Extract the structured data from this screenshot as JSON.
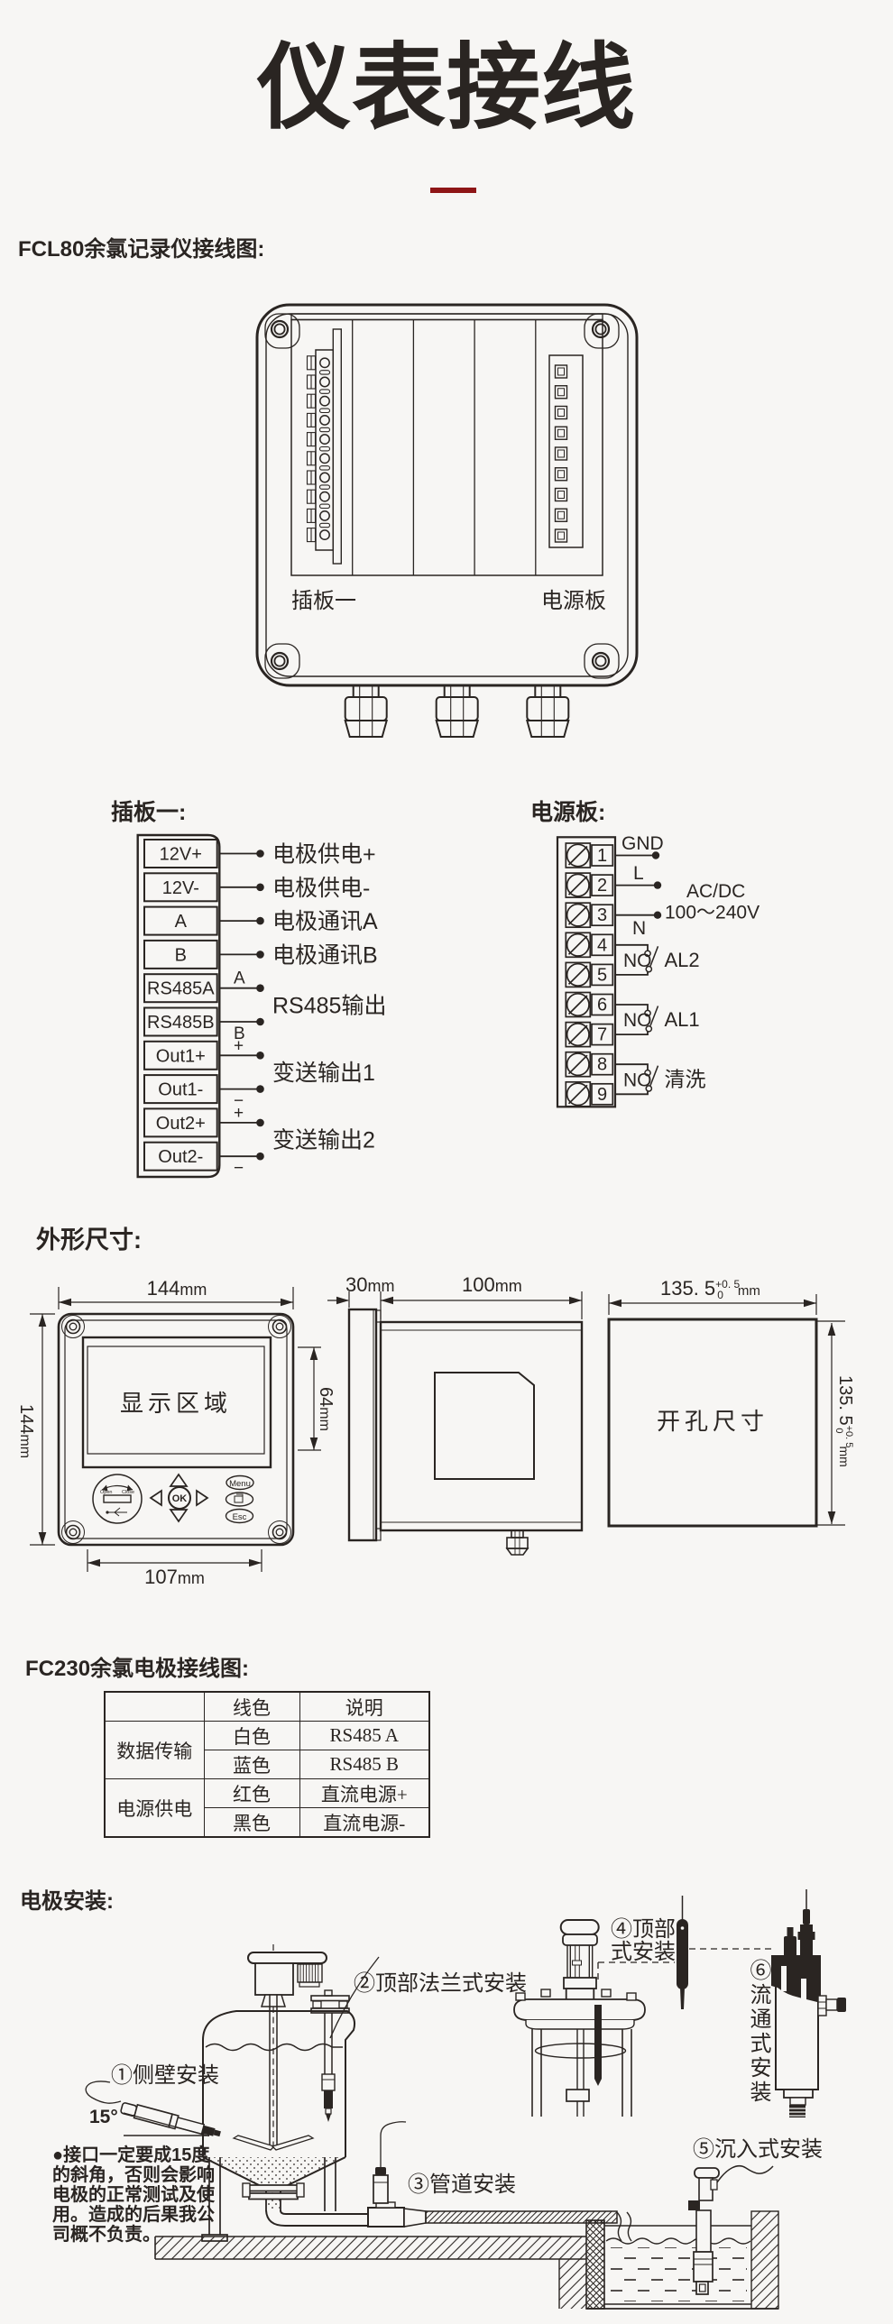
{
  "page": {
    "bg": "#f7f6f4",
    "ink": "#2a2522",
    "accent": "#8e1516"
  },
  "header": {
    "title": "仪表接线"
  },
  "fcl80": {
    "heading": "FCL80余氯记录仪接线图:",
    "board_label": "插板一",
    "power_label": "电源板"
  },
  "board1": {
    "heading": "插板一:",
    "terminals": [
      "12V+",
      "12V-",
      "A",
      "B",
      "RS485A",
      "RS485B",
      "Out1+",
      "Out1-",
      "Out2+",
      "Out2-"
    ],
    "labels": [
      "电极供电+",
      "电极供电-",
      "电极通讯A",
      "电极通讯B"
    ],
    "rs485": {
      "a": "A",
      "b": "B",
      "label": "RS485输出"
    },
    "out1": {
      "plus": "+",
      "minus": "−",
      "label": "变送输出1"
    },
    "out2": {
      "plus": "+",
      "minus": "−",
      "label": "变送输出2"
    }
  },
  "power": {
    "heading": "电源板:",
    "numbers": [
      "1",
      "2",
      "3",
      "4",
      "5",
      "6",
      "7",
      "8",
      "9"
    ],
    "gnd": "GND",
    "line": "L",
    "neutral": "N",
    "acdc": "AC/DC",
    "voltage": "100～240V",
    "no1": "NO",
    "no2": "NO",
    "no3": "NO",
    "al2": "AL2",
    "al1": "AL1",
    "wash": "清洗"
  },
  "dims": {
    "heading": "外形尺寸:",
    "front_w": {
      "num": "144",
      "unit": "mm"
    },
    "front_h": {
      "num": "144",
      "unit": "mm"
    },
    "disp_h": {
      "num": "64",
      "unit": "mm"
    },
    "bottom_w": {
      "num": "107",
      "unit": "mm"
    },
    "depth": {
      "num": "30",
      "unit": "mm"
    },
    "length": {
      "num": "100",
      "unit": "mm"
    },
    "display_label": "显示区域",
    "cutout_label": "开孔尺寸",
    "cutout_w": {
      "num": "135. 5",
      "sup": "+0. 5",
      "sub": "0",
      "unit": "mm"
    },
    "cutout_h": {
      "num": "135. 5",
      "sup": "+0. 5",
      "sub": "0",
      "unit": "mm"
    },
    "keypad": {
      "ok": "OK",
      "menu": "Menu",
      "esc": "Esc",
      "open": "Open",
      "close": "Close"
    }
  },
  "fc230": {
    "heading": "FC230余氯电极接线图:",
    "col_color": "线色",
    "col_desc": "说明",
    "group1": "数据传输",
    "group2": "电源供电",
    "rows": [
      [
        "白色",
        "RS485 A"
      ],
      [
        "蓝色",
        "RS485 B"
      ],
      [
        "红色",
        "直流电源+"
      ],
      [
        "黑色",
        "直流电源-"
      ]
    ]
  },
  "install": {
    "heading": "电极安装:",
    "m1": "①侧壁安装",
    "angle": "15°",
    "note": [
      "●接口一定要成15度",
      "的斜角，否则会影响",
      "电极的正常测试及使",
      "用。造成的后果我公",
      "司概不负责。"
    ],
    "m2": "②顶部法兰式安装",
    "m3": "③管道安装",
    "m4a": "④顶部",
    "m4b": "式安装",
    "m5": "⑤沉入式安装",
    "m6": "⑥流通式安装"
  }
}
